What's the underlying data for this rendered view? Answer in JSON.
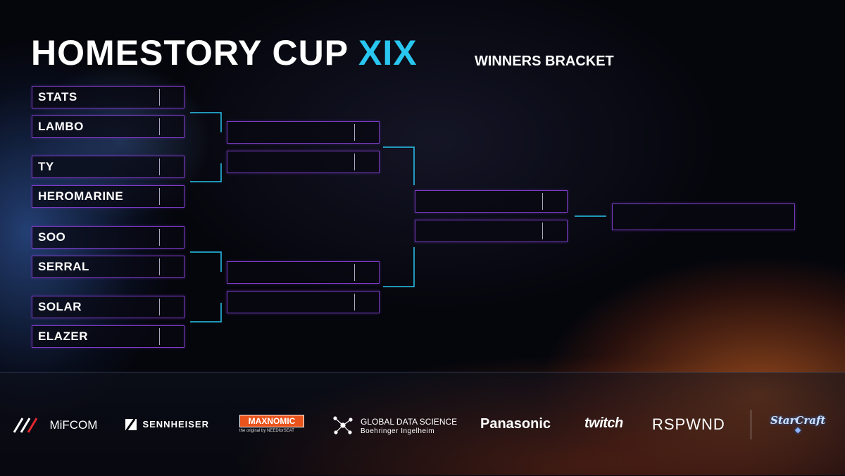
{
  "header": {
    "title_main": "HOMESTORY CUP",
    "title_accent": "XIX",
    "subtitle": "WINNERS BRACKET"
  },
  "bracket": {
    "round1": [
      "STATS",
      "LAMBO",
      "TY",
      "HEROMARINE",
      "SOO",
      "SERRAL",
      "SOLAR",
      "ELAZER"
    ],
    "round2": [
      "",
      "",
      "",
      ""
    ],
    "semifinal": [
      "",
      ""
    ],
    "final": [
      ""
    ]
  },
  "sponsors": {
    "mifcom": "MiFCOM",
    "sennheiser": "SENNHEISER",
    "maxnomic": "MAXNOMIC",
    "maxnomic_tagline": "the original by NEEDforSEAT",
    "gds_line1": "GLOBAL DATA SCIENCE",
    "gds_line2": "Boehringer Ingelheim",
    "panasonic": "Panasonic",
    "twitch": "twitch",
    "rspwnd": "RSPWND",
    "starcraft": "StarCraft"
  },
  "colors": {
    "accent": "#29c6f0",
    "slot_border": "#7b3cc6",
    "connector": "#29c6f0"
  }
}
